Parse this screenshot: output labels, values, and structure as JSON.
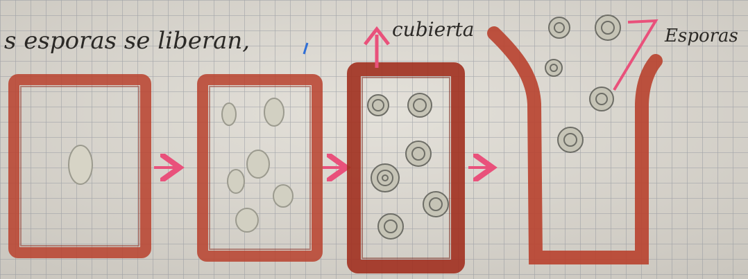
{
  "caption": "s esporas se liberan,",
  "labels": {
    "cover": "cubierta",
    "spores": "Esporas"
  },
  "stages": [
    {
      "name": "one-spore-cell"
    },
    {
      "name": "several-spores"
    },
    {
      "name": "spores-developed"
    },
    {
      "name": "cover-opened-release"
    }
  ],
  "colors": {
    "paper": "#d9d6cf",
    "grid": "#8f939c",
    "wall": "#b8412d",
    "arrow": "#e9517b",
    "spore": "#b8b8ac",
    "ink": "#2b2926"
  }
}
